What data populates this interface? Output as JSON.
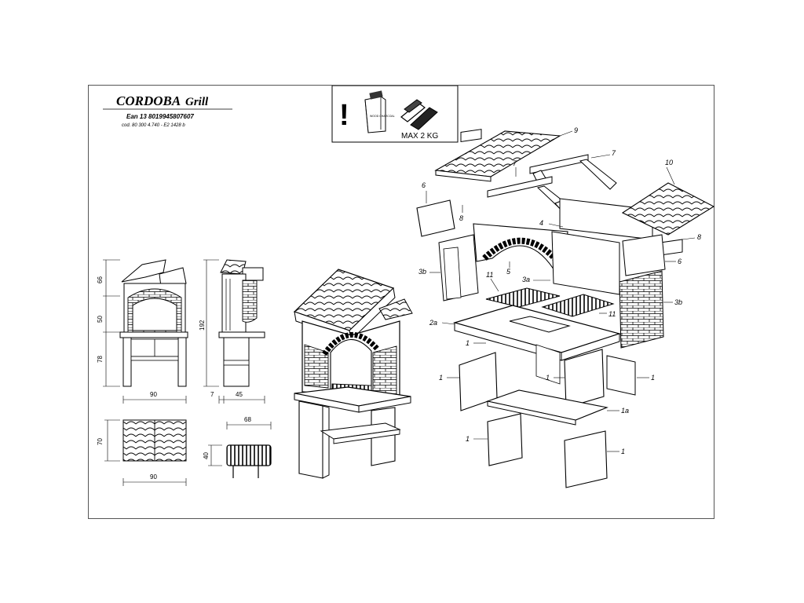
{
  "header": {
    "title": "CORDOBA",
    "subtitle": "Grill",
    "ean": "Ean 13  8019945807607",
    "cod": "cod. 80 300 4.740 - E2 1428 b"
  },
  "warning_box": {
    "exclamation": "!",
    "charcoal_bag_label": "WOOD CHARCOAL",
    "max_load": "MAX 2 KG"
  },
  "dimensions": {
    "front_height_roof": "66",
    "front_height_firebox": "50",
    "front_height_base": "78",
    "front_width": "90",
    "side_total_height": "192",
    "side_overhang": "7",
    "side_depth": "45",
    "top_depth": "70",
    "top_width": "90",
    "grate_width": "68",
    "grate_depth": "40"
  },
  "part_callouts": [
    "9",
    "7",
    "7",
    "6",
    "10",
    "8",
    "4",
    "8",
    "3b",
    "5",
    "6",
    "11",
    "3a",
    "3b",
    "2a",
    "11",
    "1",
    "1",
    "1",
    "1",
    "1a",
    "1",
    "1"
  ]
}
